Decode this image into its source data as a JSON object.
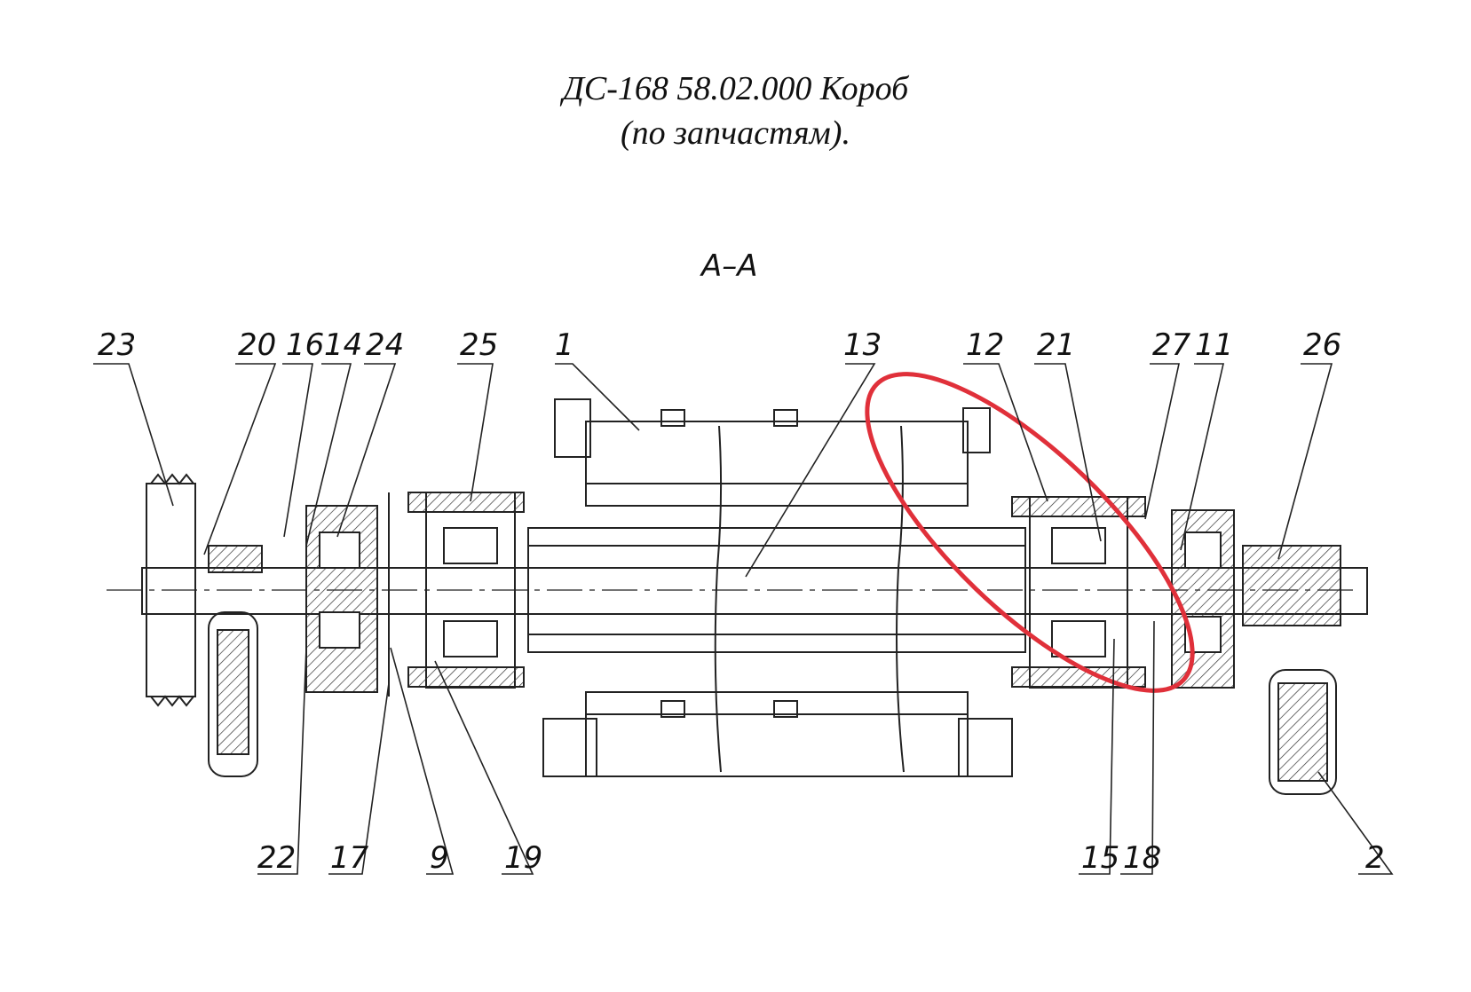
{
  "title": {
    "line1": "ДС-168 58.02.000 Короб",
    "line2": "(по запчастям)."
  },
  "section_label": "А–А",
  "callouts": [
    "23",
    "20",
    "16",
    "14",
    "24",
    "25",
    "1",
    "13",
    "12",
    "21",
    "27",
    "11",
    "26",
    "22",
    "17",
    "9",
    "19",
    "15",
    "18",
    "2"
  ],
  "highlight": {
    "shape": "ellipse",
    "color": "#e0303a",
    "note": ""
  },
  "colors": {
    "line": "#222222",
    "highlight": "#e0303a"
  }
}
